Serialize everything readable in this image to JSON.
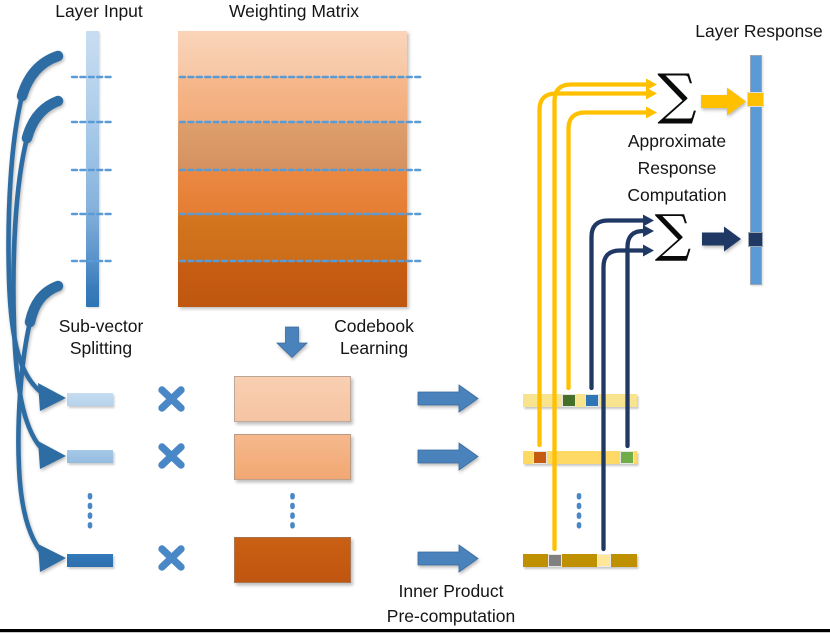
{
  "figure": {
    "labels": {
      "layer_input": "Layer Input",
      "weighting_matrix": "Weighting Matrix",
      "layer_response": "Layer Response",
      "sub_vector_splitting": [
        "Sub-vector",
        "Splitting"
      ],
      "codebook_learning": [
        "Codebook",
        "Learning"
      ],
      "approximate_response_computation": [
        "Approximate",
        "Response",
        "Computation"
      ],
      "inner_product_precomputation": [
        "Inner Product",
        "Pre-computation"
      ]
    },
    "glyphs": {
      "sum_icon": "∑",
      "multiply_icon": "✖",
      "vertical_ellipsis_icon": "⋮"
    },
    "colors": {
      "input_blue_light": "#BDD7EE",
      "input_blue_mid": "#9DC3E6",
      "input_blue_dark": "#2E75B6",
      "matrix_orange_light": "#F8CBAD",
      "matrix_orange_mid": "#F4B183",
      "matrix_orange_dark": "#C55A11",
      "split_arrow_blue": "#2E6DA4",
      "process_arrow_blue": "#4A82BC",
      "dash_blue": "#5B9BD5",
      "table_yellow_light": "#F8E38F",
      "table_yellow_mid": "#FFD966",
      "table_yellow_dark": "#BF9000",
      "line_yellow": "#FFC000",
      "line_navy": "#1F3864",
      "cell_green_dark": "#46702A",
      "cell_green_light": "#70AD47",
      "cell_rust": "#C55A11",
      "cell_gray": "#808080",
      "cell_cream": "#FFE699",
      "response_bar_blue": "#5B9BD5"
    }
  }
}
